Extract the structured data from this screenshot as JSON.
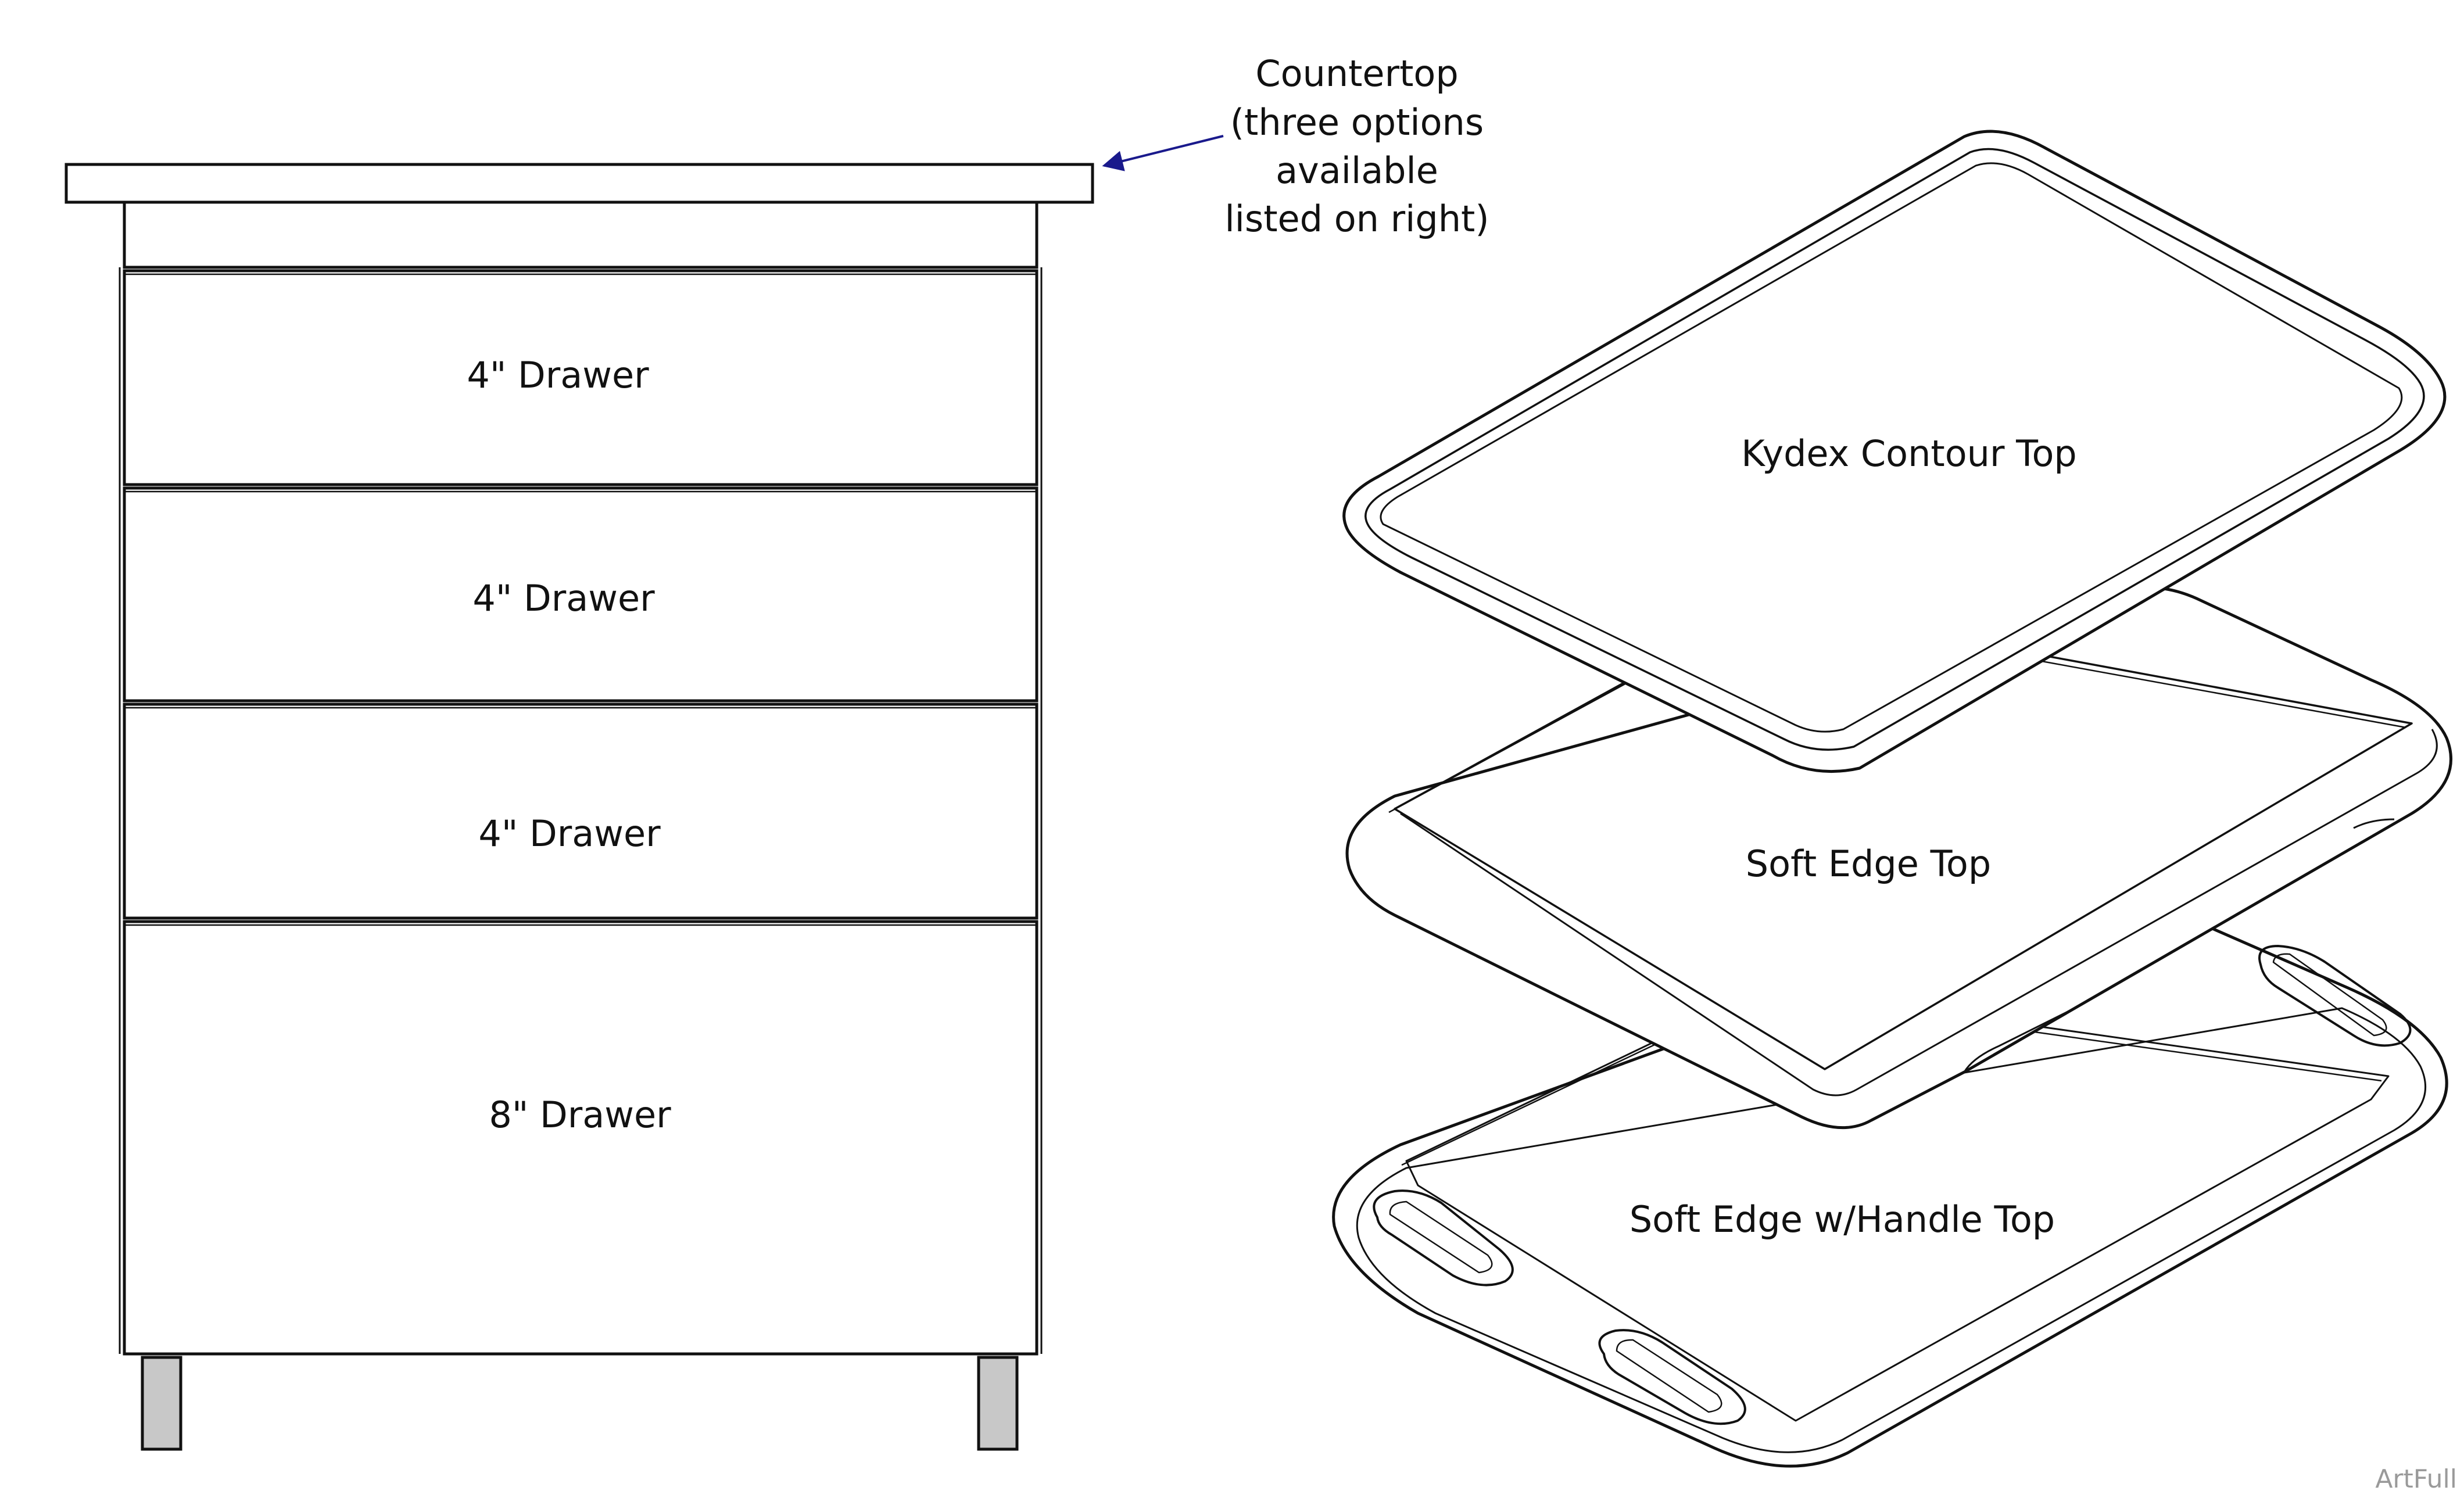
{
  "cabinet": {
    "drawers": [
      {
        "label": "4\" Drawer"
      },
      {
        "label": "4\" Drawer"
      },
      {
        "label": "4\" Drawer"
      },
      {
        "label": "8\" Drawer"
      }
    ]
  },
  "callout": {
    "lines": [
      "Countertop",
      "(three options",
      "available",
      "listed on right)"
    ],
    "arrow_color": "#1a1a8c"
  },
  "tops": [
    {
      "label": "Kydex Contour Top"
    },
    {
      "label": "Soft Edge Top"
    },
    {
      "label": "Soft Edge w/Handle Top"
    }
  ],
  "watermark": "ArtFull",
  "colors": {
    "line": "#111111",
    "leg_fill": "#c8c8c8",
    "background": "#ffffff"
  }
}
